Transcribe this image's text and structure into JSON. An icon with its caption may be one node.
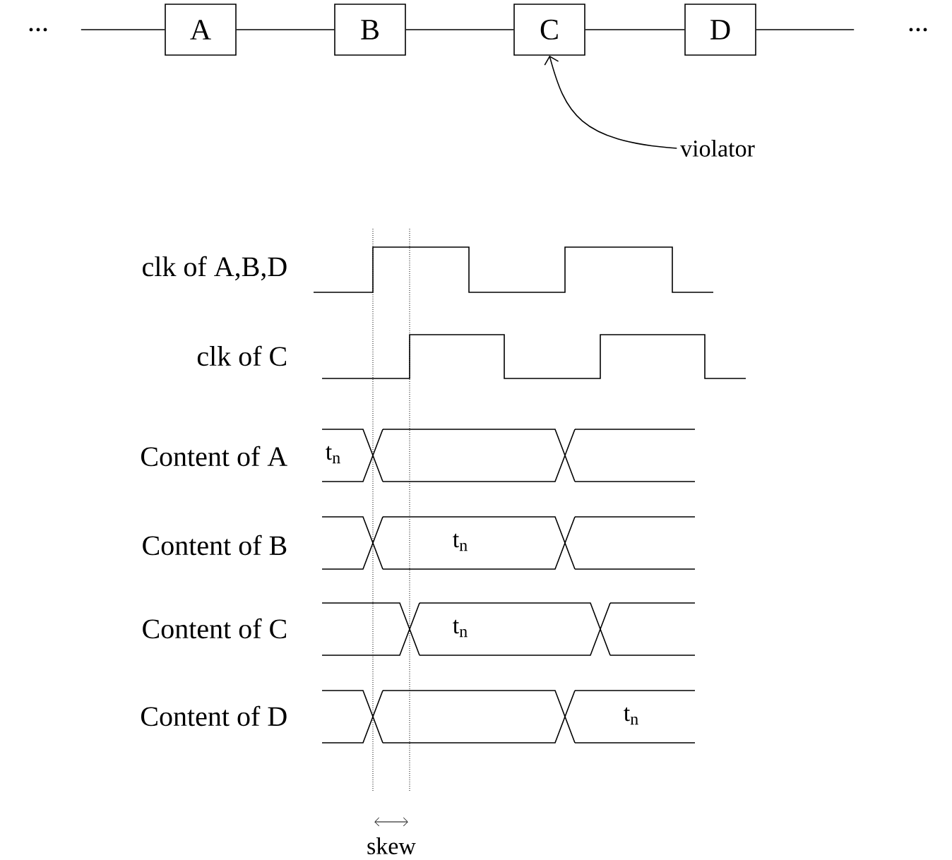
{
  "diagram": {
    "nodes": [
      {
        "text": [
          "..."
        ]
      },
      {
        "text": [
          "A"
        ]
      },
      {
        "text": [
          "B"
        ]
      },
      {
        "text": [
          "C"
        ]
      },
      {
        "text": [
          "D"
        ]
      },
      {
        "text": [
          "..."
        ]
      },
      {
        "text": [
          "violator"
        ]
      }
    ],
    "edges": [
      {
        "from": 0,
        "to": 1,
        "arrow": "none"
      },
      {
        "from": 1,
        "to": 2,
        "arrow": "none"
      },
      {
        "from": 2,
        "to": 3,
        "arrow": "none"
      },
      {
        "from": 3,
        "to": 4,
        "arrow": "none"
      },
      {
        "from": 4,
        "to": 5,
        "arrow": "none"
      },
      {
        "from": 6,
        "to": 3,
        "arrow": "to"
      }
    ],
    "labels": [
      "clk of A,B,D",
      "clk of C",
      "Content of A",
      "t$_{n}$",
      "Content of B",
      "t$_{n}$",
      "Content of C",
      "t$_{n}$",
      "Content of D",
      "t$_{n}$",
      "skew"
    ]
  }
}
